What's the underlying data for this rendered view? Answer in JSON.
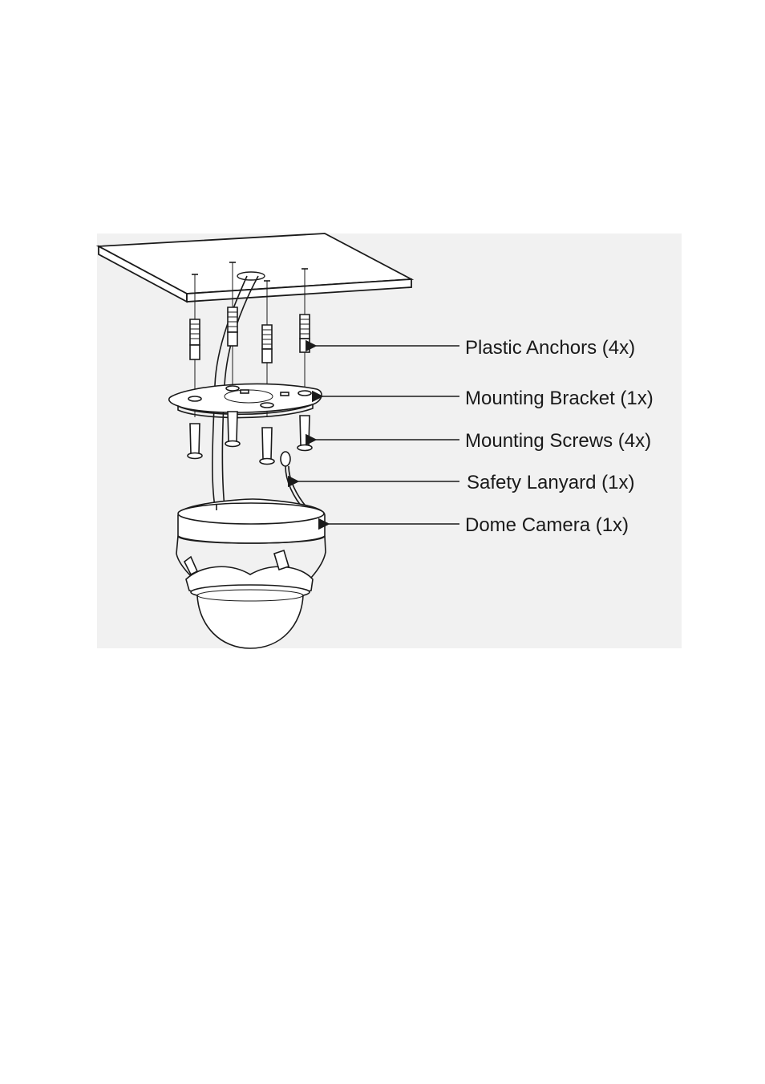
{
  "labels": {
    "plastic_anchors": "Plastic Anchors (4x)",
    "mounting_bracket": "Mounting Bracket (1x)",
    "mounting_screws": "Mounting Screws (4x)",
    "safety_lanyard": "Safety Lanyard (1x)",
    "dome_camera": "Dome Camera (1x)"
  }
}
